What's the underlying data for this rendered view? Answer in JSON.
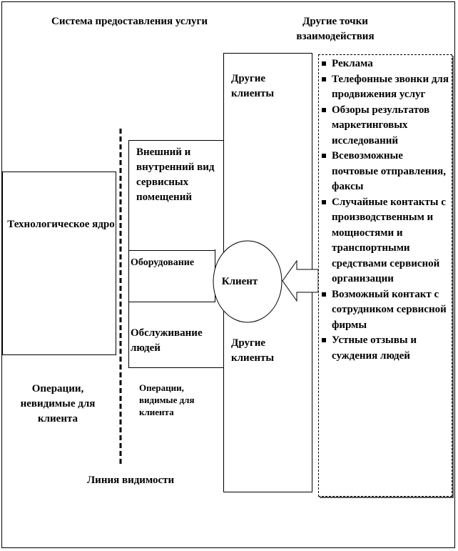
{
  "header": {
    "left_title": "Система предоставления услуги",
    "right_title": "Другие точки взаимодействия"
  },
  "core": {
    "label": "Технологическое ядро"
  },
  "visible_parts": {
    "appearance": "Внешний и внутренний вид сервисных помещений",
    "equipment": "Оборудование",
    "staff": "Обслуживание людей"
  },
  "clients": {
    "top": "Другие клиенты",
    "center": "Клиент",
    "bottom": "Другие клиенты"
  },
  "operations": {
    "invisible": "Операции, невидимые для клиента",
    "visible": "Операции, видимые для клиента"
  },
  "visibility_line": "Линия видимости",
  "touchpoints": [
    "Реклама",
    "Телефонные звонки для продвижения услуг",
    "Обзоры результатов маркетинговых исследований",
    "Всевозможные почтовые отправления, факсы",
    "Случайные контакты с производственным и мощностями и транспортными средствами сервисной организации",
    "Возможный контакт с сотрудником сервисной фирмы",
    "Устные отзывы и суждения людей"
  ]
}
